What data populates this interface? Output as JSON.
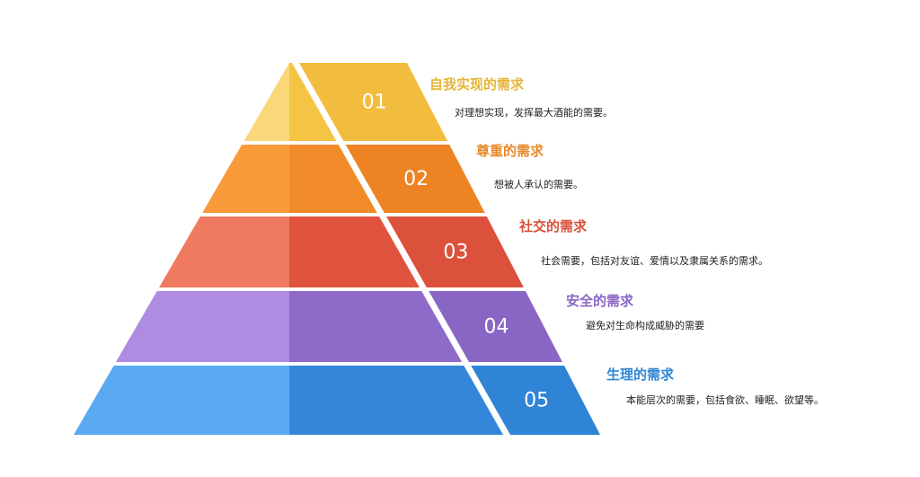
{
  "levels": [
    {
      "number": "01",
      "title": "自我实现的需求",
      "description": "对理想实现，发挥最大酒能的需要。",
      "title_color": "#e6b53a",
      "left_color": "#fad87a",
      "mid_color": "#f6c445",
      "right_color": "#f2bd3e"
    },
    {
      "number": "02",
      "title": "尊重的需求",
      "description": "想被人承认的需要。",
      "title_color": "#e78a2c",
      "left_color": "#f8993a",
      "mid_color": "#f18a28",
      "right_color": "#ed8323"
    },
    {
      "number": "03",
      "title": "社交的需求",
      "description": "社会需要，包括对友谊、爱情以及隶属关系的需求。",
      "title_color": "#d9503a",
      "left_color": "#f07a60",
      "mid_color": "#e0543f",
      "right_color": "#dc513c"
    },
    {
      "number": "04",
      "title": "安全的需求",
      "description": "避免对生命构成威胁的需要",
      "title_color": "#8a66c4",
      "left_color": "#ad8ce2",
      "mid_color": "#8e6bc8",
      "right_color": "#8a66c4"
    },
    {
      "number": "05",
      "title": "生理的需求",
      "description": "本能层次的需要，包括食欲、睡眠、欲望等。",
      "title_color": "#2f86d3",
      "left_color": "#5aaaf2",
      "mid_color": "#3487d8",
      "right_color": "#2f84d6"
    }
  ]
}
